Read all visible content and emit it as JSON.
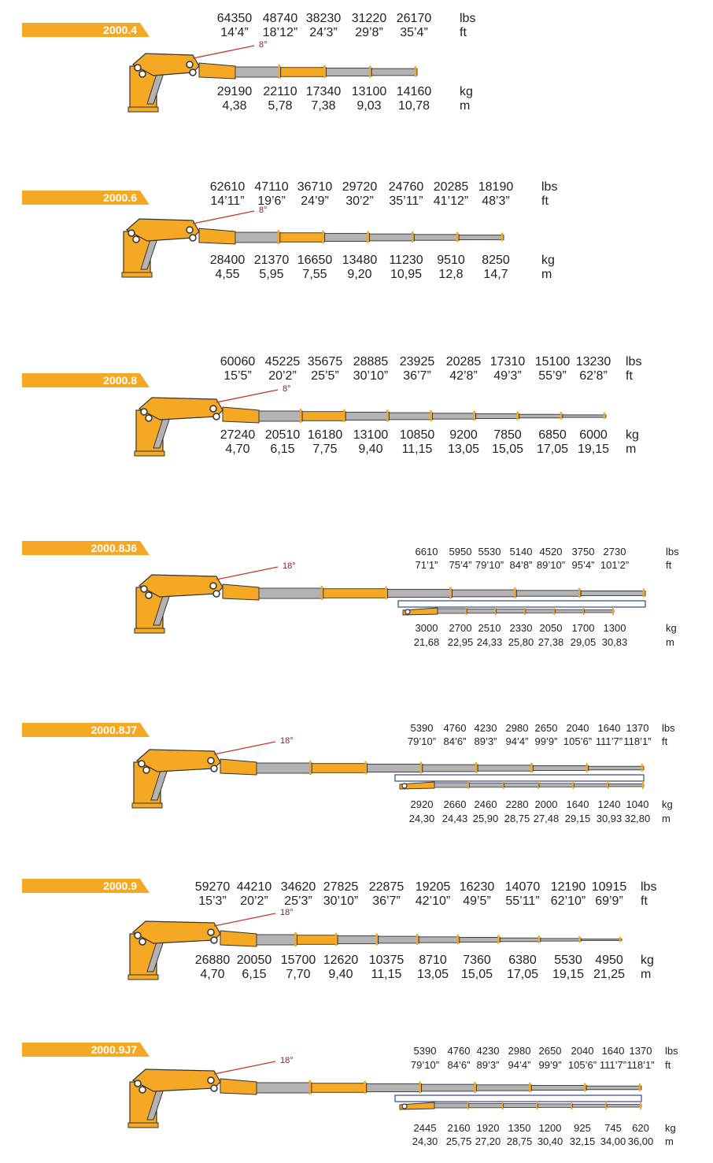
{
  "colors": {
    "orange": "#f5a823",
    "boom_gray": "#b3b3b3",
    "outline": "#333333",
    "angle_line": "#c0392b",
    "jib_frame": "#2c4a8a"
  },
  "models": [
    {
      "id": "m1",
      "label": "2000.4",
      "angle": "8°",
      "jib": false,
      "units": {
        "top1": "lbs",
        "top2": "ft",
        "bot1": "kg",
        "bot2": "m"
      },
      "top1": [
        "64350",
        "48740",
        "38230",
        "31220",
        "26170"
      ],
      "top2": [
        "14’4”",
        "18’12”",
        "24’3”",
        "29’8”",
        "35’4”"
      ],
      "bot1": [
        "29190",
        "22110",
        "17340",
        "13100",
        "14160"
      ],
      "bot2": [
        "4,38",
        "5,78",
        "7,38",
        "9,03",
        "10,78"
      ]
    },
    {
      "id": "m2",
      "label": "2000.6",
      "angle": "8°",
      "jib": false,
      "units": {
        "top1": "lbs",
        "top2": "ft",
        "bot1": "kg",
        "bot2": "m"
      },
      "top1": [
        "62610",
        "47110",
        "36710",
        "29720",
        "24760",
        "20285",
        "18190"
      ],
      "top2": [
        "14’11”",
        "19’6”",
        "24’9”",
        "30’2”",
        "35’11”",
        "41’12”",
        "48’3”"
      ],
      "bot1": [
        "28400",
        "21370",
        "16650",
        "13480",
        "11230",
        "9510",
        "8250"
      ],
      "bot2": [
        "4,55",
        "5,95",
        "7,55",
        "9,20",
        "10,95",
        "12,8",
        "14,7"
      ]
    },
    {
      "id": "m3",
      "label": "2000.8",
      "angle": "8°",
      "jib": false,
      "units": {
        "top1": "lbs",
        "top2": "ft",
        "bot1": "kg",
        "bot2": "m"
      },
      "top1": [
        "60060",
        "45225",
        "35675",
        "28885",
        "23925",
        "20285",
        "17310",
        "15100",
        "13230"
      ],
      "top2": [
        "15’5”",
        "20’2”",
        "25’5”",
        "30’10”",
        "36’7”",
        "42’8”",
        "49’3”",
        "55’9”",
        "62’8”"
      ],
      "bot1": [
        "27240",
        "20510",
        "16180",
        "13100",
        "10850",
        "9200",
        "7850",
        "6850",
        "6000"
      ],
      "bot2": [
        "4,70",
        "6,15",
        "7,75",
        "9,40",
        "11,15",
        "13,05",
        "15,05",
        "17,05",
        "19,15"
      ]
    },
    {
      "id": "m4",
      "label": "2000.8J6",
      "angle": "18°",
      "jib": true,
      "units": {
        "top1": "lbs",
        "top2": "ft",
        "bot1": "kg",
        "bot2": "m"
      },
      "top1": [
        "6610",
        "5950",
        "5530",
        "5140",
        "4520",
        "3750",
        "2730"
      ],
      "top2": [
        "71’1”",
        "75’4”",
        "79’10”",
        "84’8”",
        "89’10”",
        "95’4”",
        "101’2”"
      ],
      "bot1": [
        "3000",
        "2700",
        "2510",
        "2330",
        "2050",
        "1700",
        "1300"
      ],
      "bot2": [
        "21,68",
        "22,95",
        "24,33",
        "25,80",
        "27,38",
        "29,05",
        "30,83"
      ]
    },
    {
      "id": "m5",
      "label": "2000.8J7",
      "angle": "18°",
      "jib": true,
      "units": {
        "top1": "lbs",
        "top2": "ft",
        "bot1": "kg",
        "bot2": "m"
      },
      "top1": [
        "5390",
        "4760",
        "4230",
        "2980",
        "2650",
        "2040",
        "1640",
        "1370"
      ],
      "top2": [
        "79’10”",
        "84’6”",
        "89’3”",
        "94’4”",
        "99’9”",
        "105’6”",
        "111’7”",
        "118’1”"
      ],
      "bot1": [
        "2920",
        "2660",
        "2460",
        "2280",
        "2000",
        "1640",
        "1240",
        "1040"
      ],
      "bot2": [
        "24,30",
        "24,43",
        "25,90",
        "28,75",
        "27,48",
        "29,15",
        "30,93",
        "32,80"
      ]
    },
    {
      "id": "m6",
      "label": "2000.9",
      "angle": "18°",
      "jib": false,
      "units": {
        "top1": "lbs",
        "top2": "ft",
        "bot1": "kg",
        "bot2": "m"
      },
      "top1": [
        "59270",
        "44210",
        "34620",
        "27825",
        "22875",
        "19205",
        "16230",
        "14070",
        "12190",
        "10915"
      ],
      "top2": [
        "15’3”",
        "20’2”",
        "25’3”",
        "30’10”",
        "36’7”",
        "42’10”",
        "49’5”",
        "55’11”",
        "62’10”",
        "69’9”"
      ],
      "bot1": [
        "26880",
        "20050",
        "15700",
        "12620",
        "10375",
        "8710",
        "7360",
        "6380",
        "5530",
        "4950"
      ],
      "bot2": [
        "4,70",
        "6,15",
        "7,70",
        "9,40",
        "11,15",
        "13,05",
        "15,05",
        "17,05",
        "19,15",
        "21,25"
      ]
    },
    {
      "id": "m7",
      "label": "2000.9J7",
      "angle": "18°",
      "jib": true,
      "units": {
        "top1": "lbs",
        "top2": "ft",
        "bot1": "kg",
        "bot2": "m"
      },
      "top1": [
        "5390",
        "4760",
        "4230",
        "2980",
        "2650",
        "2040",
        "1640",
        "1370"
      ],
      "top2": [
        "79’10”",
        "84’6”",
        "89’3”",
        "94’4”",
        "99’9”",
        "105’6”",
        "111’7”",
        "118’1”"
      ],
      "bot1": [
        "2445",
        "2160",
        "1920",
        "1350",
        "1200",
        "925",
        "745",
        "620"
      ],
      "bot2": [
        "24,30",
        "25,75",
        "27,20",
        "28,75",
        "30,40",
        "32,15",
        "34,00",
        "36,00"
      ]
    }
  ]
}
